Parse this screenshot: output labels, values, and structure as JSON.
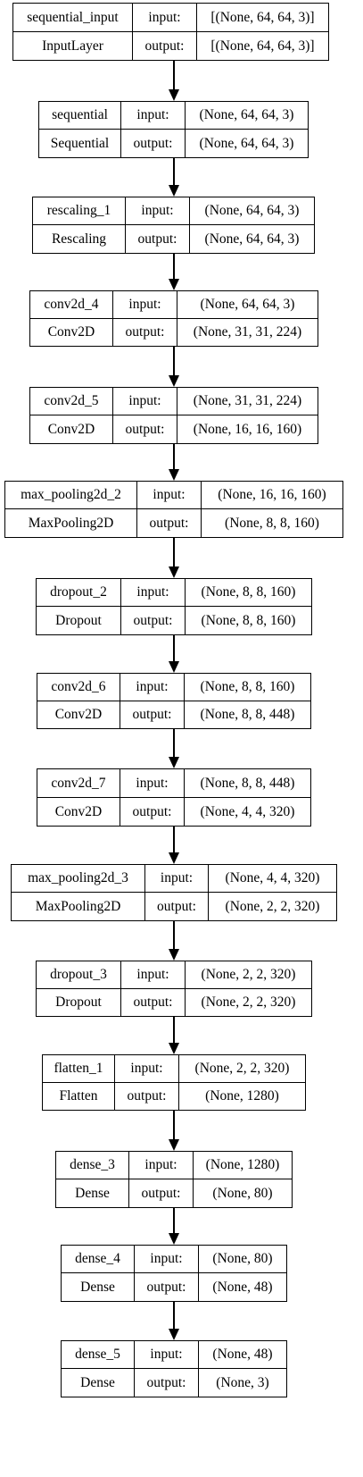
{
  "layers": [
    {
      "name": "sequential_input",
      "type": "InputLayer",
      "input_label": "input:",
      "output_label": "output:",
      "input": "[(None, 64, 64, 3)]",
      "output": "[(None, 64, 64, 3)]"
    },
    {
      "name": "sequential",
      "type": "Sequential",
      "input_label": "input:",
      "output_label": "output:",
      "input": "(None, 64, 64, 3)",
      "output": "(None, 64, 64, 3)"
    },
    {
      "name": "rescaling_1",
      "type": "Rescaling",
      "input_label": "input:",
      "output_label": "output:",
      "input": "(None, 64, 64, 3)",
      "output": "(None, 64, 64, 3)"
    },
    {
      "name": "conv2d_4",
      "type": "Conv2D",
      "input_label": "input:",
      "output_label": "output:",
      "input": "(None, 64, 64, 3)",
      "output": "(None, 31, 31, 224)"
    },
    {
      "name": "conv2d_5",
      "type": "Conv2D",
      "input_label": "input:",
      "output_label": "output:",
      "input": "(None, 31, 31, 224)",
      "output": "(None, 16, 16, 160)"
    },
    {
      "name": "max_pooling2d_2",
      "type": "MaxPooling2D",
      "input_label": "input:",
      "output_label": "output:",
      "input": "(None, 16, 16, 160)",
      "output": "(None, 8, 8, 160)"
    },
    {
      "name": "dropout_2",
      "type": "Dropout",
      "input_label": "input:",
      "output_label": "output:",
      "input": "(None, 8, 8, 160)",
      "output": "(None, 8, 8, 160)"
    },
    {
      "name": "conv2d_6",
      "type": "Conv2D",
      "input_label": "input:",
      "output_label": "output:",
      "input": "(None, 8, 8, 160)",
      "output": "(None, 8, 8, 448)"
    },
    {
      "name": "conv2d_7",
      "type": "Conv2D",
      "input_label": "input:",
      "output_label": "output:",
      "input": "(None, 8, 8, 448)",
      "output": "(None, 4, 4, 320)"
    },
    {
      "name": "max_pooling2d_3",
      "type": "MaxPooling2D",
      "input_label": "input:",
      "output_label": "output:",
      "input": "(None, 4, 4, 320)",
      "output": "(None, 2, 2, 320)"
    },
    {
      "name": "dropout_3",
      "type": "Dropout",
      "input_label": "input:",
      "output_label": "output:",
      "input": "(None, 2, 2, 320)",
      "output": "(None, 2, 2, 320)"
    },
    {
      "name": "flatten_1",
      "type": "Flatten",
      "input_label": "input:",
      "output_label": "output:",
      "input": "(None, 2, 2, 320)",
      "output": "(None, 1280)"
    },
    {
      "name": "dense_3",
      "type": "Dense",
      "input_label": "input:",
      "output_label": "output:",
      "input": "(None, 1280)",
      "output": "(None, 80)"
    },
    {
      "name": "dense_4",
      "type": "Dense",
      "input_label": "input:",
      "output_label": "output:",
      "input": "(None, 80)",
      "output": "(None, 48)"
    },
    {
      "name": "dense_5",
      "type": "Dense",
      "input_label": "input:",
      "output_label": "output:",
      "input": "(None, 48)",
      "output": "(None, 3)"
    }
  ]
}
